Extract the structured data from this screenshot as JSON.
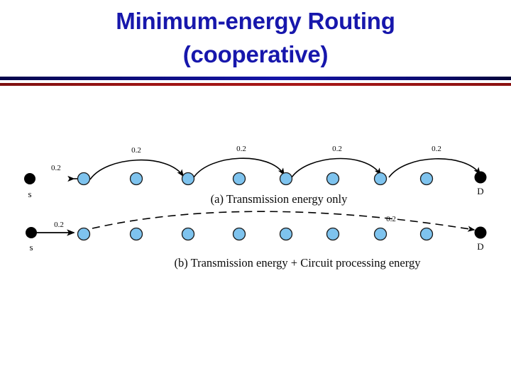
{
  "slide": {
    "title_lines": [
      "Minimum-energy Routing",
      "(cooperative)"
    ],
    "title_color": "#1717AC",
    "divider_blue": "#0D0D7A",
    "divider_red": "#9E1414",
    "background": "#FFFFFF"
  },
  "figure": {
    "node_fill": "#7EC3EE",
    "node_stroke": "#1A1A1A",
    "endpoint_fill": "#000000",
    "edge_color": "#000000",
    "rows": [
      {
        "id": "a",
        "caption": "(a) Transmission energy only",
        "source_label": "s",
        "destination_label": "D",
        "source_weight": "0.2",
        "relay_count": 8,
        "hop_weights": [
          "0.2",
          "0.2",
          "0.2",
          "0.2"
        ],
        "line_style": "solid-curved",
        "description": "Four curved hops, each labeled 0.2, skipping alternate relays"
      },
      {
        "id": "b",
        "caption": "(b) Transmission energy + Circuit processing energy",
        "source_label": "s",
        "destination_label": "D",
        "source_weight": "0.2",
        "relay_count": 8,
        "hop_weights": [
          "0.2"
        ],
        "line_style": "dashed-long",
        "description": "One short solid hop from source plus one long dashed hop labeled 0.2 to destination"
      }
    ]
  }
}
